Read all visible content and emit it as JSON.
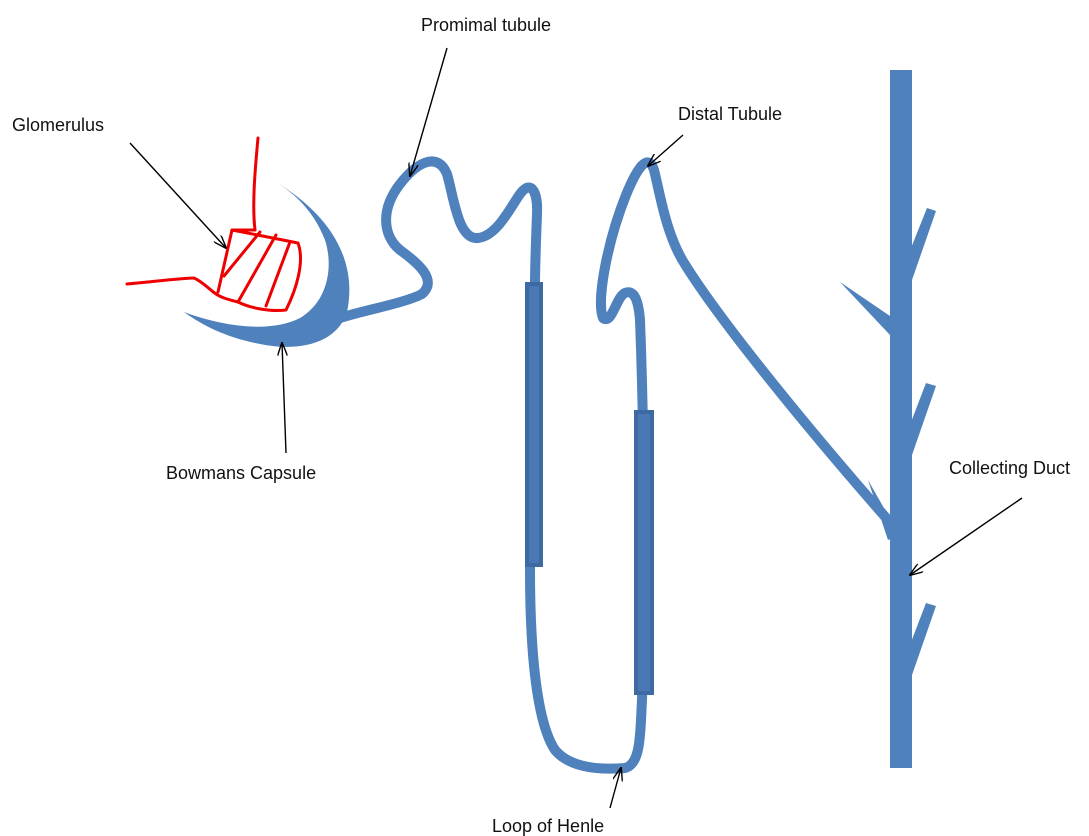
{
  "labels": {
    "glomerulus": "Glomerulus",
    "proximal_tubule": "Promimal tubule",
    "distal_tubule": "Distal Tubule",
    "bowmans_capsule": "Bowmans  Capsule",
    "collecting_duct": "Collecting Duct",
    "loop_of_henle": "Loop of Henle"
  },
  "colors": {
    "tubule": "#4f81bd",
    "tubule_dark": "#3a6496",
    "glomerulus": "#ee0000",
    "arrow": "#000000",
    "text": "#111111",
    "background": "#ffffff"
  }
}
